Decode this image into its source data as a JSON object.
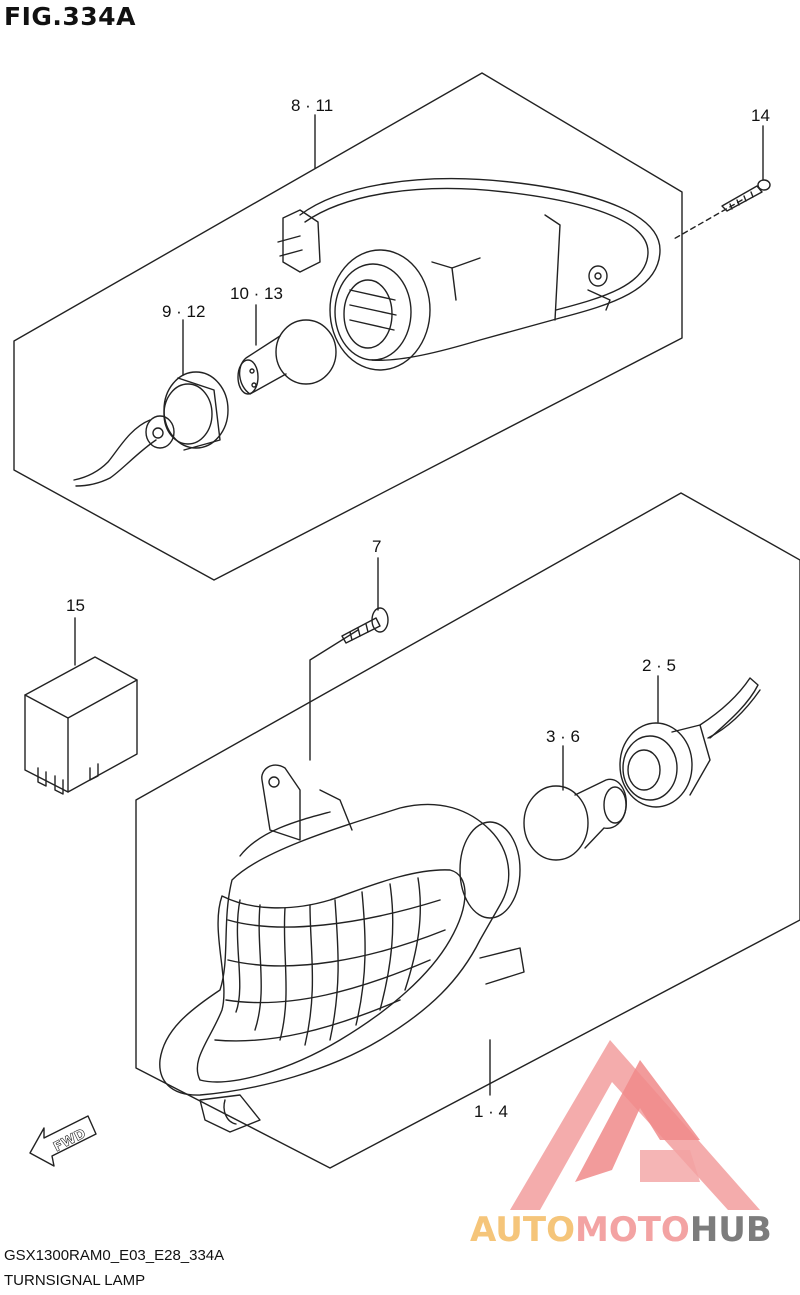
{
  "figure": {
    "title": "FIG.334A"
  },
  "callouts": {
    "c_8_11": "8 · 11",
    "c_14": "14",
    "c_9_12": "9 · 12",
    "c_10_13": "10 · 13",
    "c_7": "7",
    "c_15": "15",
    "c_2_5": "2 · 5",
    "c_3_6": "3 · 6",
    "c_1_4": "1 · 4"
  },
  "fwd": {
    "label": "FWD"
  },
  "footer": {
    "code": "GSX1300RAM0_E03_E28_334A",
    "caption": "TURNSIGNAL LAMP"
  },
  "watermark": {
    "part1": "AUTO",
    "part2": "MOTO",
    "part3": "HUB",
    "colors": {
      "auto": "#f5c57a",
      "moto": "#f3a3a3",
      "hub": "#7c7c7c",
      "logo": "#f08a8a"
    }
  }
}
